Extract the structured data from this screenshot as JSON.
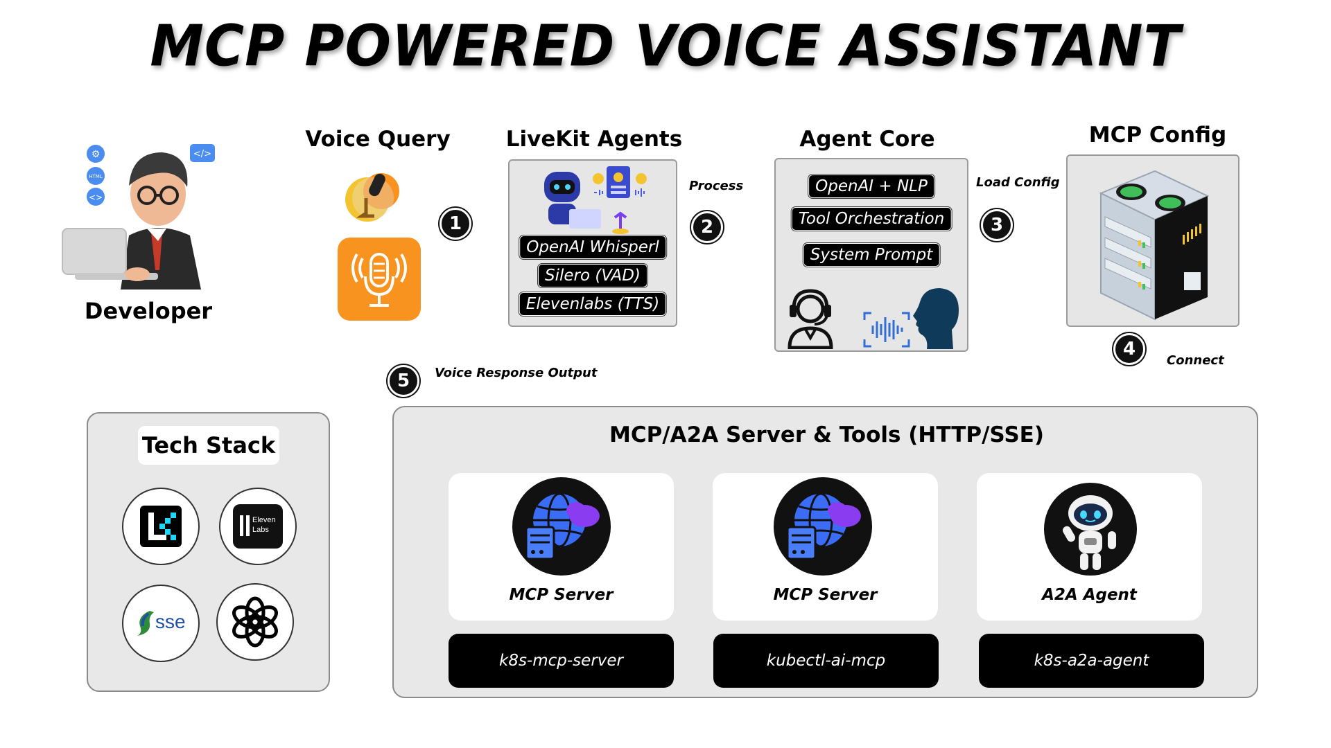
{
  "title": "MCP POWERED VOICE ASSISTANT",
  "developer": {
    "label": "Developer",
    "icons": [
      "gear-icon",
      "html-icon",
      "code-icon",
      "code-tag-icon"
    ]
  },
  "voice_query": {
    "heading": "Voice Query"
  },
  "livekit": {
    "heading": "LiveKit Agents",
    "items": [
      "OpenAI Whisperl",
      "Silero (VAD)",
      "Elevenlabs (TTS)"
    ]
  },
  "agent_core": {
    "heading": "Agent Core",
    "items": [
      "OpenAI + NLP",
      "Tool Orchestration",
      "System Prompt"
    ]
  },
  "mcp_config": {
    "heading": "MCP Config"
  },
  "steps": {
    "s1": "1",
    "s2": "2",
    "s3": "3",
    "s4": "4",
    "s5": "5",
    "process": "Process",
    "load_config": "Load Config",
    "connect": "Connect",
    "voice_response": "Voice Response Output"
  },
  "tech_stack": {
    "title": "Tech Stack",
    "logos": [
      {
        "name": "livekit-logo"
      },
      {
        "name": "elevenlabs-logo",
        "text_1": "Eleven",
        "text_2": "Labs"
      },
      {
        "name": "sse-logo",
        "text": "sse"
      },
      {
        "name": "openai-logo"
      }
    ]
  },
  "servers": {
    "title": "MCP/A2A Server & Tools (HTTP/SSE)",
    "cards": [
      {
        "label": "MCP Server",
        "tool": "k8s-mcp-server"
      },
      {
        "label": "MCP Server",
        "tool": "kubectl-ai-mcp"
      },
      {
        "label": "A2A Agent",
        "tool": "k8s-a2a-agent"
      }
    ]
  },
  "colors": {
    "accent_orange": "#f7931e",
    "panel_gray": "#e6e6e6",
    "pill_black": "#000000",
    "globe_blue": "#3b6cf5",
    "globe_purple": "#8a3df0"
  }
}
